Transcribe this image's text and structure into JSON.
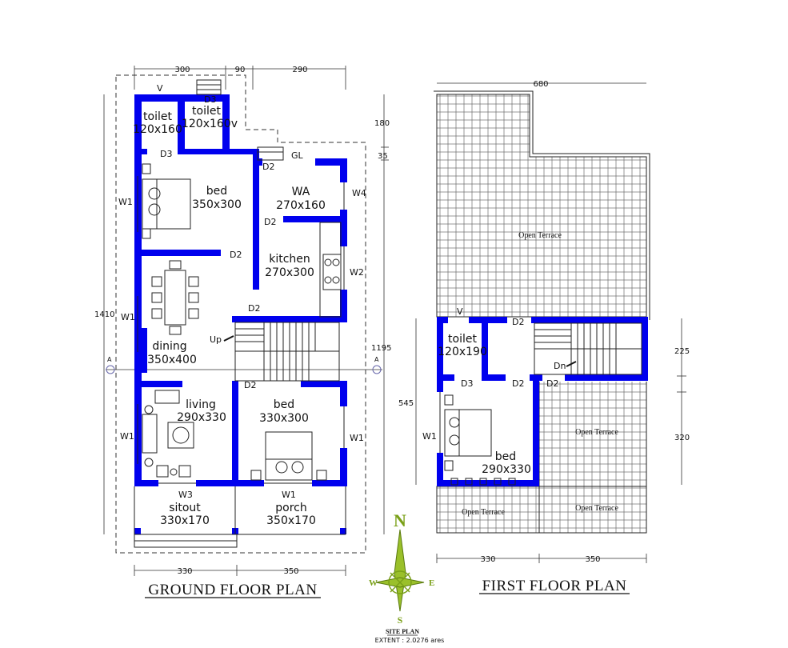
{
  "ground_floor": {
    "title": "GROUND FLOOR PLAN",
    "dims_top": [
      "300",
      "90",
      "290"
    ],
    "dims_bottom": [
      "330",
      "350"
    ],
    "dim_left": "1410",
    "dim_right": "1195",
    "dim_right_a": "180",
    "dim_right_b": "35",
    "grid_marker": "A",
    "rooms": {
      "toilet1_name": "toilet",
      "toilet1_size": "120x160",
      "toilet2_name": "toilet",
      "toilet2_size": "120x160v",
      "bed1_name": "bed",
      "bed1_size": "350x300",
      "wa_name": "WA",
      "wa_size": "270x160",
      "kitchen_name": "kitchen",
      "kitchen_size": "270x300",
      "dining_name": "dining",
      "dining_size": "350x400",
      "living_name": "living",
      "living_size": "290x330",
      "bed2_name": "bed",
      "bed2_size": "330x300",
      "sitout_name": "sitout",
      "sitout_size": "330x170",
      "porch_name": "porch",
      "porch_size": "350x170"
    },
    "tags": {
      "v": "V",
      "d3a": "D3",
      "d3b": "D3",
      "gl": "GL",
      "d2a": "D2",
      "d2b": "D2",
      "d2c": "D2",
      "d2d": "D2",
      "d2e": "D2",
      "w4": "W4",
      "w2": "W2",
      "w1a": "W1",
      "w1b": "W1",
      "w1c": "W1",
      "w1d": "W1",
      "w1e": "W1",
      "w3": "W3",
      "up": "Up"
    }
  },
  "first_floor": {
    "title": "FIRST FLOOR PLAN",
    "dim_top": "680",
    "dims_bottom": [
      "330",
      "350"
    ],
    "dim_left": "545",
    "dim_right_a": "225",
    "dim_right_b": "320",
    "terrace_labels": [
      "Open Terrace",
      "Open Terrace",
      "Open Terrace",
      "Open Terrace"
    ],
    "rooms": {
      "toilet_name": "toilet",
      "toilet_size": "120x190",
      "bed_name": "bed",
      "bed_size": "290x330"
    },
    "tags": {
      "v": "V",
      "d2a": "D2",
      "d2b": "D2",
      "d2c": "D2",
      "d3": "D3",
      "w1": "W1",
      "dn": "Dn"
    }
  },
  "compass": {
    "n": "N",
    "s": "S",
    "e": "E",
    "w": "W"
  },
  "site": {
    "title": "SITE PLAN",
    "extent": "EXTENT : 2.0276 ares"
  },
  "colors": {
    "wall": "#0000ee",
    "compass": "#7aa018"
  }
}
